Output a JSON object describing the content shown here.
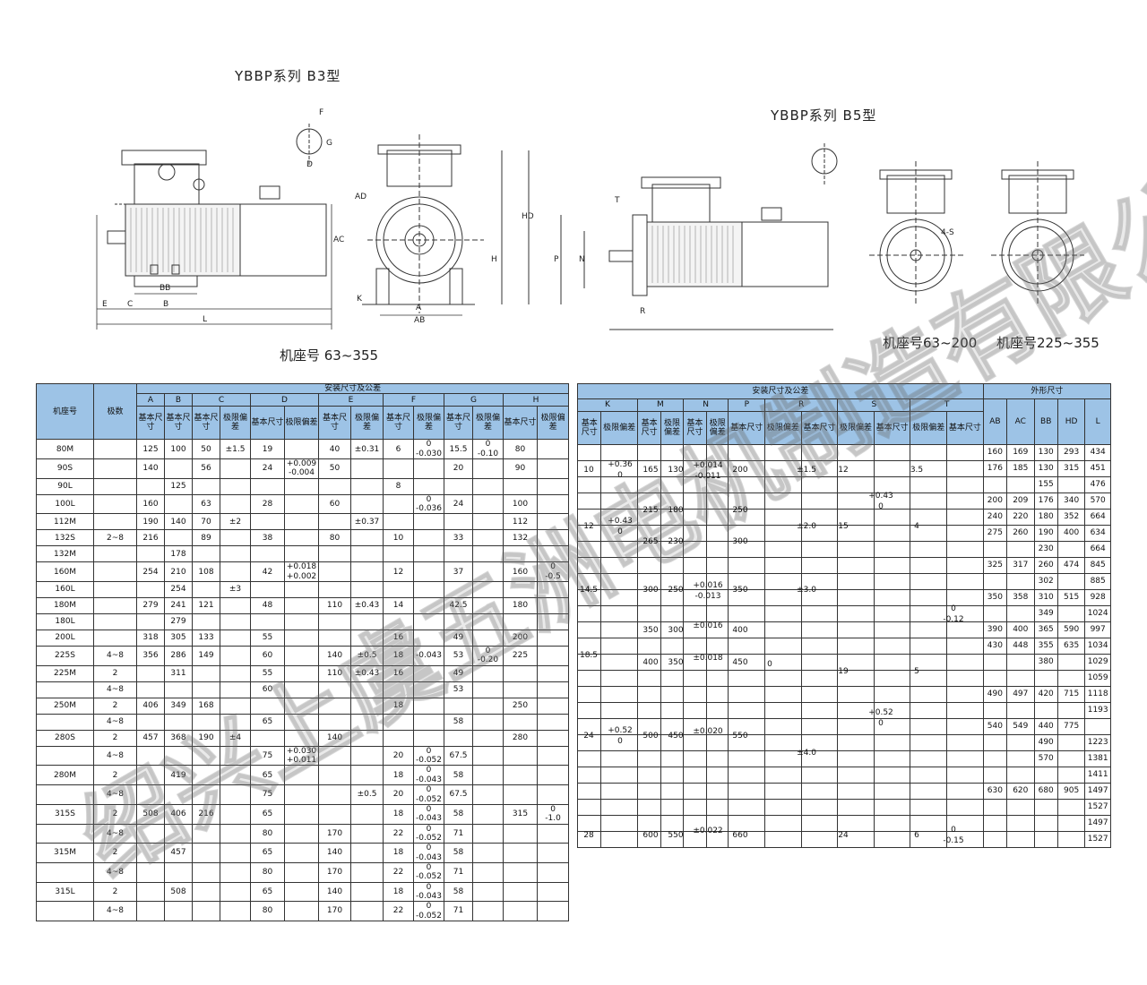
{
  "titles": {
    "b3": "YBBP系列  B3型",
    "b5": "YBBP系列  B5型"
  },
  "captions": {
    "b3": "机座号 63~355",
    "b5_small": "机座号63~200",
    "b5_large": "机座号225~355"
  },
  "dims": {
    "E": "E",
    "C": "C",
    "B": "B",
    "BB": "BB",
    "L": "L",
    "AD": "AD",
    "HD": "HD",
    "AC": "AC",
    "H": "H",
    "K": "K",
    "A": "A",
    "AB": "AB",
    "F": "F",
    "G": "G",
    "D": "D",
    "T": "T",
    "P": "P",
    "N": "N",
    "R": "R",
    "S": "4-S"
  },
  "left_table": {
    "group": "安装尺寸及公差",
    "frame": "机座号",
    "poles": "极数",
    "letters": [
      "A",
      "B",
      "C",
      "D",
      "E",
      "F",
      "G",
      "H"
    ],
    "subs": {
      "base": "基本尺寸",
      "base2": "基本尺寸",
      "tol": "极限偏差"
    },
    "rows": [
      [
        "80M",
        "",
        "125",
        "100",
        "50",
        "±1.5",
        "19",
        "",
        "40",
        "±0.31",
        "6",
        "0\n-0.030",
        "15.5",
        "0\n-0.10",
        "80",
        ""
      ],
      [
        "90S",
        "",
        "140",
        "",
        "56",
        "",
        "24",
        "+0.009\n-0.004",
        "50",
        "",
        "",
        "",
        "20",
        "",
        "90",
        ""
      ],
      [
        "90L",
        "",
        "",
        "125",
        "",
        "",
        "",
        "",
        "",
        "",
        "8",
        "",
        "",
        "",
        "",
        ""
      ],
      [
        "100L",
        "",
        "160",
        "",
        "63",
        "",
        "28",
        "",
        "60",
        "",
        "",
        "0\n-0.036",
        "24",
        "",
        "100",
        ""
      ],
      [
        "112M",
        "",
        "190",
        "140",
        "70",
        "±2",
        "",
        "",
        "",
        "±0.37",
        "",
        "",
        "",
        "",
        "112",
        ""
      ],
      [
        "132S",
        "2~8",
        "216",
        "",
        "89",
        "",
        "38",
        "",
        "80",
        "",
        "10",
        "",
        "33",
        "",
        "132",
        ""
      ],
      [
        "132M",
        "",
        "",
        "178",
        "",
        "",
        "",
        "",
        "",
        "",
        "",
        "",
        "",
        "",
        "",
        ""
      ],
      [
        "160M",
        "",
        "254",
        "210",
        "108",
        "",
        "42",
        "+0.018\n+0.002",
        "",
        "",
        "12",
        "",
        "37",
        "",
        "160",
        "0\n-0.5"
      ],
      [
        "160L",
        "",
        "",
        "254",
        "",
        "±3",
        "",
        "",
        "",
        "",
        "",
        "",
        "",
        "",
        "",
        ""
      ],
      [
        "180M",
        "",
        "279",
        "241",
        "121",
        "",
        "48",
        "",
        "110",
        "±0.43",
        "14",
        "",
        "42.5",
        "",
        "180",
        ""
      ],
      [
        "180L",
        "",
        "",
        "279",
        "",
        "",
        "",
        "",
        "",
        "",
        "",
        "",
        "",
        "",
        "",
        ""
      ],
      [
        "200L",
        "",
        "318",
        "305",
        "133",
        "",
        "55",
        "",
        "",
        "",
        "16",
        "",
        "49",
        "",
        "200",
        ""
      ],
      [
        "225S",
        "4~8",
        "356",
        "286",
        "149",
        "",
        "60",
        "",
        "140",
        "±0.5",
        "18",
        "-0.043",
        "53",
        "0\n-0.20",
        "225",
        ""
      ],
      [
        "225M",
        "2",
        "",
        "311",
        "",
        "",
        "55",
        "",
        "110",
        "±0.43",
        "16",
        "",
        "49",
        "",
        "",
        ""
      ],
      [
        "",
        "4~8",
        "",
        "",
        "",
        "",
        "60",
        "",
        "",
        "",
        "",
        "",
        "53",
        "",
        "",
        ""
      ],
      [
        "250M",
        "2",
        "406",
        "349",
        "168",
        "",
        "",
        "",
        "",
        "",
        "18",
        "",
        "",
        "",
        "250",
        ""
      ],
      [
        "",
        "4~8",
        "",
        "",
        "",
        "",
        "65",
        "",
        "",
        "",
        "",
        "",
        "58",
        "",
        "",
        ""
      ],
      [
        "280S",
        "2",
        "457",
        "368",
        "190",
        "±4",
        "",
        "",
        "140",
        "",
        "",
        "",
        "",
        "",
        "280",
        ""
      ],
      [
        "",
        "4~8",
        "",
        "",
        "",
        "",
        "75",
        "+0.030\n+0.011",
        "",
        "",
        "20",
        "0\n-0.052",
        "67.5",
        "",
        "",
        ""
      ],
      [
        "280M",
        "2",
        "",
        "419",
        "",
        "",
        "65",
        "",
        "",
        "",
        "18",
        "0\n-0.043",
        "58",
        "",
        "",
        ""
      ],
      [
        "",
        "4~8",
        "",
        "",
        "",
        "",
        "75",
        "",
        "",
        "±0.5",
        "20",
        "0\n-0.052",
        "67.5",
        "",
        "",
        ""
      ],
      [
        "315S",
        "2",
        "508",
        "406",
        "216",
        "",
        "65",
        "",
        "",
        "",
        "18",
        "0\n-0.043",
        "58",
        "",
        "315",
        "0\n-1.0"
      ],
      [
        "",
        "4~8",
        "",
        "",
        "",
        "",
        "80",
        "",
        "170",
        "",
        "22",
        "0\n-0.052",
        "71",
        "",
        "",
        ""
      ],
      [
        "315M",
        "2",
        "",
        "457",
        "",
        "",
        "65",
        "",
        "140",
        "",
        "18",
        "0\n-0.043",
        "58",
        "",
        "",
        ""
      ],
      [
        "",
        "4~8",
        "",
        "",
        "",
        "",
        "80",
        "",
        "170",
        "",
        "22",
        "0\n-0.052",
        "71",
        "",
        "",
        ""
      ],
      [
        "315L",
        "2",
        "",
        "508",
        "",
        "",
        "65",
        "",
        "140",
        "",
        "18",
        "0\n-0.043",
        "58",
        "",
        "",
        ""
      ],
      [
        "",
        "4~8",
        "",
        "",
        "",
        "",
        "80",
        "",
        "170",
        "",
        "22",
        "0\n-0.052",
        "71",
        "",
        "",
        ""
      ]
    ]
  },
  "right_table": {
    "group": "安装尺寸及公差",
    "outline": "外形尺寸",
    "letters": [
      "K",
      "M",
      "N",
      "P",
      "R",
      "S",
      "T"
    ],
    "outline_cols": [
      "AB",
      "AC",
      "BB",
      "HD",
      "L"
    ],
    "subs": {
      "base": "基本尺寸",
      "tol": "极限偏差"
    },
    "k": [
      [
        "10",
        "+0.36\n0"
      ],
      [
        "12",
        "+0.43\n0"
      ],
      [
        "14.5",
        ""
      ],
      [
        "18.5",
        ""
      ],
      [
        "24",
        "+0.52\n0"
      ],
      [
        "28",
        ""
      ]
    ],
    "mnp": [
      [
        "165",
        "130",
        "+0.014\n-0.011",
        "200"
      ],
      [
        "215",
        "180",
        "",
        "250"
      ],
      [
        "265",
        "230",
        "",
        "300"
      ],
      [
        "300",
        "250",
        "+0.016\n-0.013",
        "350"
      ],
      [
        "350",
        "300",
        "±0.016",
        "400"
      ],
      [
        "400",
        "350",
        "±0.018",
        "450"
      ],
      [
        "500",
        "450",
        "±0.020",
        "550"
      ],
      [
        "600",
        "550",
        "±0.022",
        "660"
      ]
    ],
    "r": [
      "0",
      "±1.5",
      "±2.0",
      "±3.0",
      "±4.0"
    ],
    "s": [
      "12",
      "+0.43\n0",
      "15",
      "19",
      "+0.52\n0",
      "24"
    ],
    "t": [
      "3.5",
      "4",
      "5",
      "6",
      "0\n-0.12",
      "0\n-0.15"
    ],
    "outline_rows": [
      [
        "160",
        "169",
        "130",
        "293",
        "434"
      ],
      [
        "176",
        "185",
        "130",
        "315",
        "451"
      ],
      [
        "",
        "",
        "155",
        "",
        "476"
      ],
      [
        "200",
        "209",
        "176",
        "340",
        "570"
      ],
      [
        "240",
        "220",
        "180",
        "352",
        "664"
      ],
      [
        "275",
        "260",
        "190",
        "400",
        "634"
      ],
      [
        "",
        "",
        "230",
        "",
        "664"
      ],
      [
        "325",
        "317",
        "260",
        "474",
        "845"
      ],
      [
        "",
        "",
        "302",
        "",
        "885"
      ],
      [
        "350",
        "358",
        "310",
        "515",
        "928"
      ],
      [
        "",
        "",
        "349",
        "",
        "1024"
      ],
      [
        "390",
        "400",
        "365",
        "590",
        "997"
      ],
      [
        "430",
        "448",
        "355",
        "635",
        "1034"
      ],
      [
        "",
        "",
        "380",
        "",
        "1029"
      ],
      [
        "",
        "",
        "",
        "",
        "1059"
      ],
      [
        "490",
        "497",
        "420",
        "715",
        "1118"
      ],
      [
        "",
        "",
        "",
        "",
        "1193"
      ],
      [
        "540",
        "549",
        "440",
        "775",
        ""
      ],
      [
        "",
        "",
        "490",
        "",
        "1223"
      ],
      [
        "",
        "",
        "570",
        "",
        "1381"
      ],
      [
        "",
        "",
        "",
        "",
        "1411"
      ],
      [
        "630",
        "620",
        "680",
        "905",
        "1497"
      ],
      [
        "",
        "",
        "",
        "",
        "1527"
      ],
      [
        "",
        "",
        "",
        "",
        "1497"
      ],
      [
        "",
        "",
        "",
        "",
        "1527"
      ]
    ]
  },
  "watermark": "绍兴上虞五洲电机制造有限公司"
}
